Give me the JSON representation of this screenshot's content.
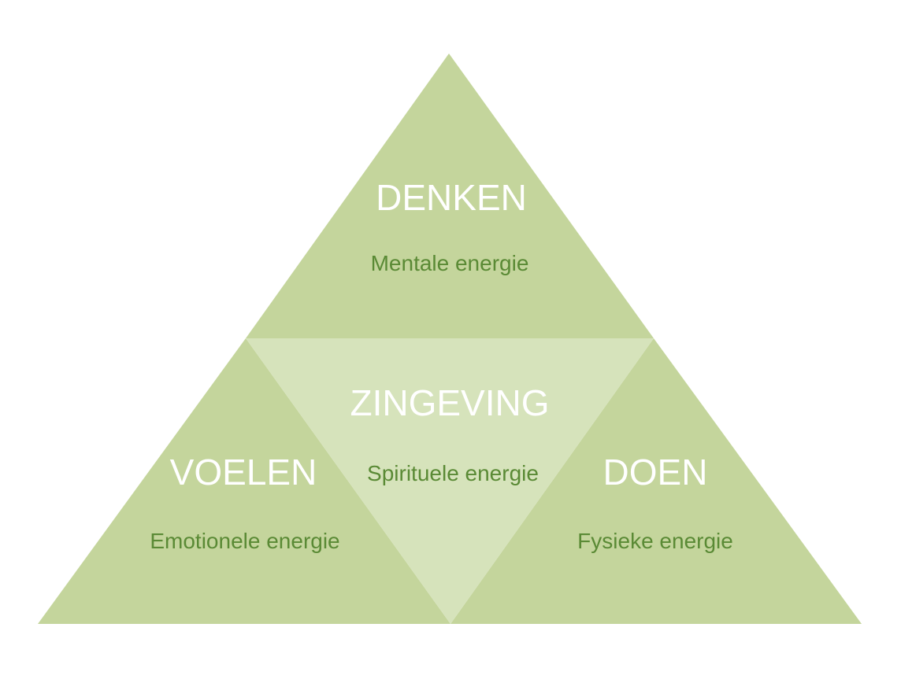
{
  "diagram": {
    "colors": {
      "outer_triangle": "#c4d59c",
      "inner_triangle": "#d6e3bb",
      "title_text": "#ffffff",
      "subtitle_text": "#5a8a35"
    },
    "top": {
      "title": "DENKEN",
      "subtitle": "Mentale energie"
    },
    "left": {
      "title": "VOELEN",
      "subtitle": "Emotionele energie"
    },
    "right": {
      "title": "DOEN",
      "subtitle": "Fysieke energie"
    },
    "center": {
      "title": "ZINGEVING",
      "subtitle": "Spirituele energie"
    }
  }
}
